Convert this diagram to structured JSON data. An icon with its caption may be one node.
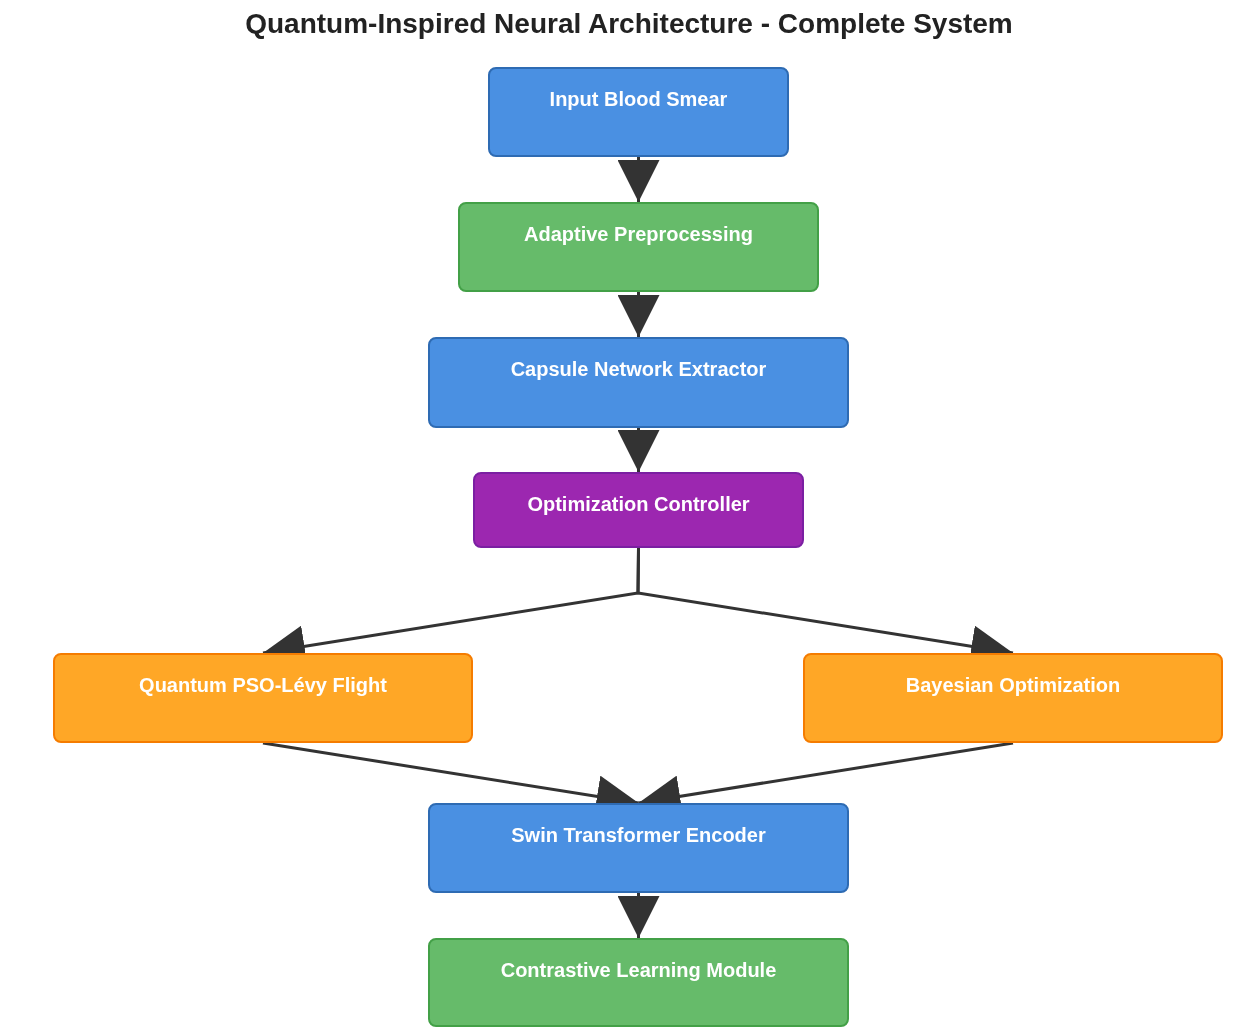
{
  "diagram": {
    "title": "Quantum-Inspired Neural Architecture - Complete System",
    "nodes": [
      {
        "text": [
          "Input Blood Smear"
        ]
      },
      {
        "text": [
          "Adaptive Preprocessing"
        ]
      },
      {
        "text": [
          "Capsule Network Extractor"
        ]
      },
      {
        "text": [
          "Optimization Controller"
        ]
      },
      {
        "text": [
          "Quantum PSO-Lévy Flight"
        ]
      },
      {
        "text": [
          "Bayesian Optimization"
        ]
      },
      {
        "text": [
          "Swin Transformer Encoder"
        ]
      },
      {
        "text": [
          "Contrastive Learning Module"
        ]
      }
    ],
    "edges": [
      {
        "from": 0,
        "to": 1,
        "arrow": "to"
      },
      {
        "from": 1,
        "to": 2,
        "arrow": "to"
      },
      {
        "from": 2,
        "to": 3,
        "arrow": "to"
      },
      {
        "from": 3,
        "to": 4,
        "arrow": "to"
      },
      {
        "from": 3,
        "to": 5,
        "arrow": "to"
      },
      {
        "from": 4,
        "to": 6,
        "arrow": "to"
      },
      {
        "from": 5,
        "to": 6,
        "arrow": "to"
      },
      {
        "from": 6,
        "to": 7,
        "arrow": "to"
      }
    ]
  }
}
